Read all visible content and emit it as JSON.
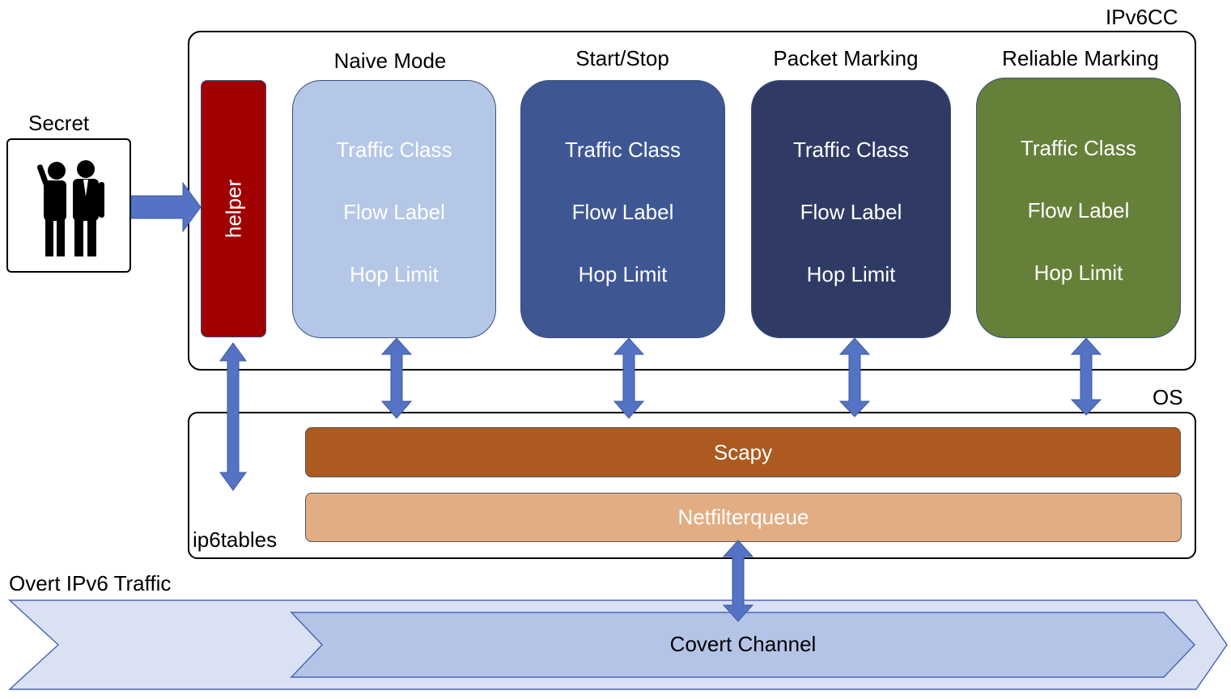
{
  "secret": {
    "label": "Secret"
  },
  "ipv6cc": {
    "label": "IPv6CC"
  },
  "helper": {
    "label": "helper"
  },
  "modes": [
    {
      "title": "Naive Mode",
      "fields": [
        "Traffic Class",
        "Flow Label",
        "Hop Limit"
      ],
      "color": "#b4c7e7"
    },
    {
      "title": "Start/Stop",
      "fields": [
        "Traffic Class",
        "Flow Label",
        "Hop Limit"
      ],
      "color": "#3e5793"
    },
    {
      "title": "Packet Marking",
      "fields": [
        "Traffic Class",
        "Flow Label",
        "Hop Limit"
      ],
      "color": "#2f3b65"
    },
    {
      "title": "Reliable Marking",
      "fields": [
        "Traffic Class",
        "Flow Label",
        "Hop Limit"
      ],
      "color": "#648039"
    }
  ],
  "os": {
    "label": "OS",
    "ip6tables": "ip6tables",
    "scapy": "Scapy",
    "netfilterqueue": "Netfilterqueue"
  },
  "traffic": {
    "overt_label": "Overt IPv6 Traffic",
    "covert_label": "Covert Channel"
  },
  "colors": {
    "arrow": "#5473c4",
    "helper": "#a00000",
    "scapy": "#ad5a20",
    "netfilter": "#e2ad83",
    "overt": "#dae1f2",
    "covert": "#b4c4e6"
  }
}
